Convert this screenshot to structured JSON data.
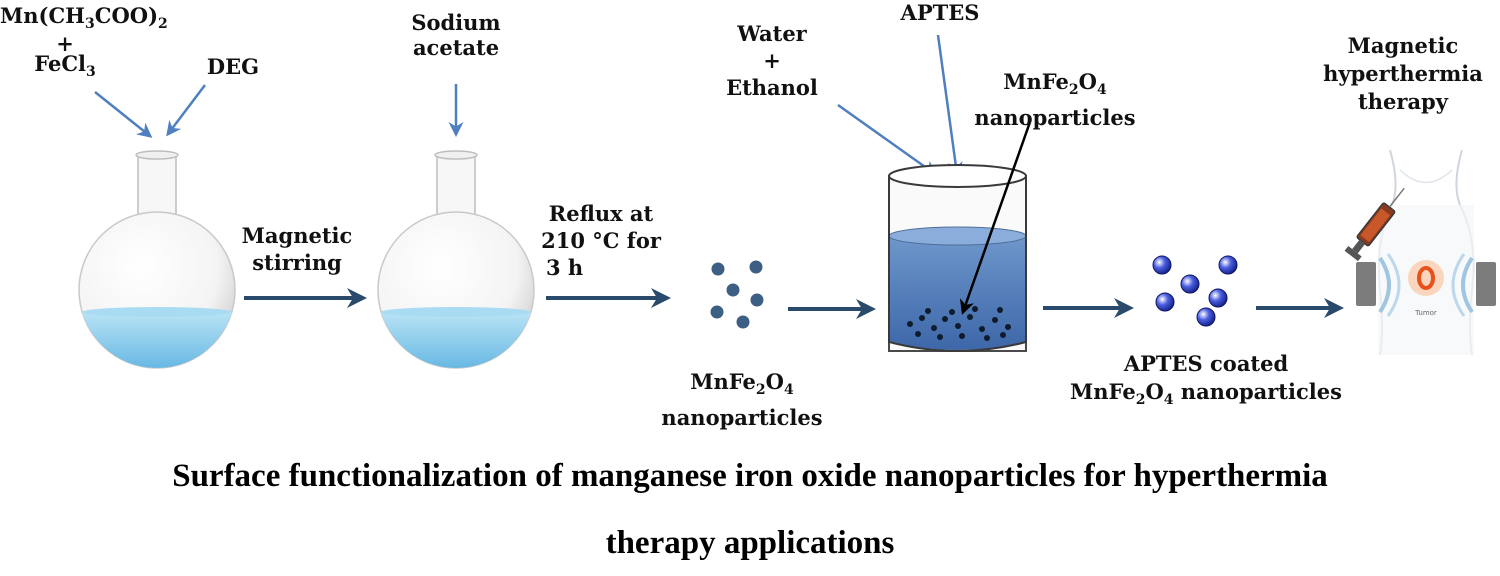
{
  "colors": {
    "arrow_dark": "#2a4a6b",
    "arrow_light": "#4f7fc0",
    "liquid_flask": "#8fd0ee",
    "liquid_beaker": "#4a78b8",
    "particle": "#3d5f83",
    "coated_particle": "#1e2fa8",
    "tumor": "#e8501c"
  },
  "labels": {
    "reagent_mn_line1": "Mn(CH",
    "reagent_mn_sub1": "3",
    "reagent_mn_line1b": "COO)",
    "reagent_mn_sub2": "2",
    "plus_1": "+",
    "fecl_text": "FeCl",
    "fecl_sub": "3",
    "deg": "DEG",
    "sodium_line1": "Sodium",
    "sodium_line2": "acetate",
    "magnetic_line1": "Magnetic",
    "magnetic_line2": "stirring",
    "reflux_line1": "Reflux at",
    "reflux_line2": "210 °C for",
    "reflux_line3": "3 h",
    "np1_a": "MnFe",
    "np1_sub_a": "2",
    "np1_b": "O",
    "np1_sub_b": "4",
    "np1_line2": "nanoparticles",
    "water": "Water",
    "plus_2": "+",
    "ethanol": "Ethanol",
    "aptes": "APTES",
    "np2_a": "MnFe",
    "np2_sub_a": "2",
    "np2_b": "O",
    "np2_sub_b": "4",
    "np2_line2": "nanoparticles",
    "coated_line1": "APTES coated",
    "coated_a": "MnFe",
    "coated_sub_a": "2",
    "coated_b": "O",
    "coated_sub_b": "4",
    "coated_c": " nanoparticles",
    "therapy_line1": "Magnetic",
    "therapy_line2": "hyperthermia",
    "therapy_line3": "therapy",
    "tumor_text": "Tumor"
  },
  "caption": {
    "line1": "Surface functionalization of manganese iron oxide nanoparticles for hyperthermia",
    "line2": "therapy applications"
  }
}
